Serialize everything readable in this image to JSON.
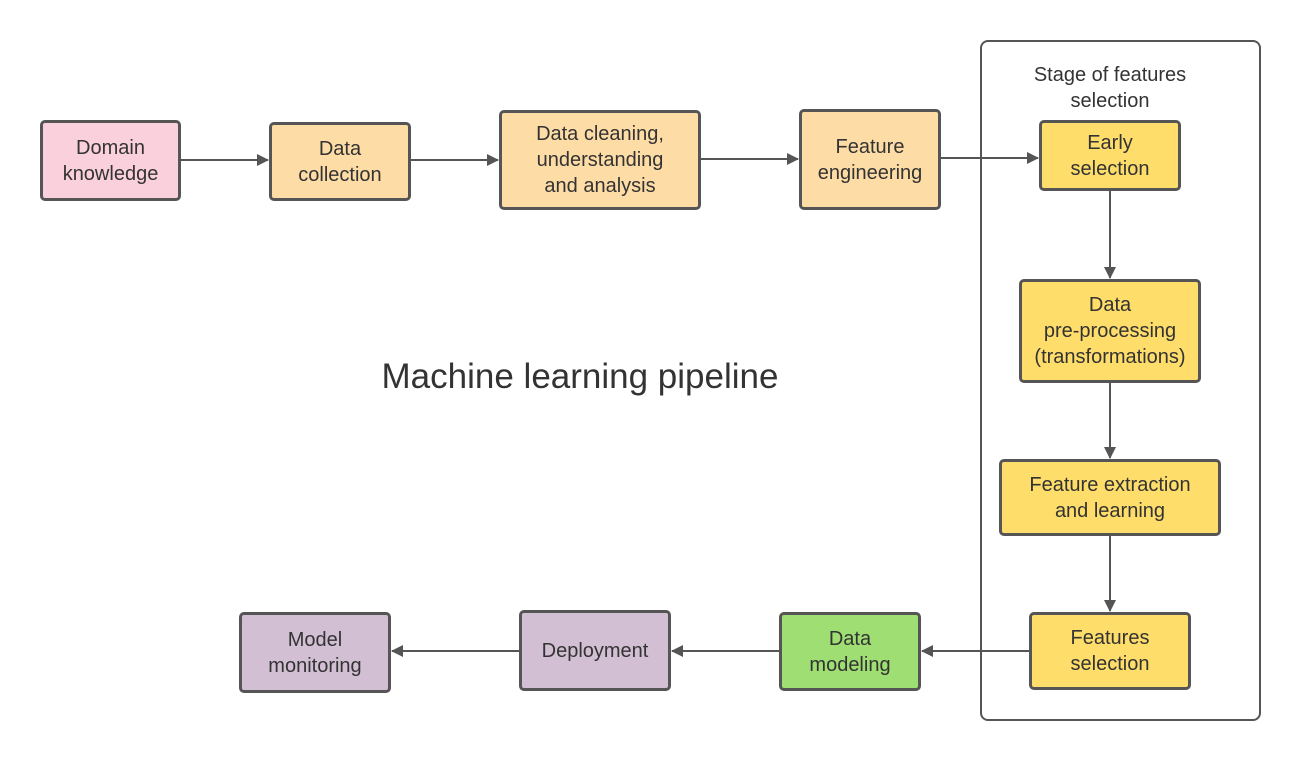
{
  "diagram": {
    "title": "Machine learning pipeline",
    "group_title": "Stage of features\nselection",
    "nodes": {
      "domain_knowledge": "Domain\nknowledge",
      "data_collection": "Data\ncollection",
      "data_cleaning": "Data cleaning,\nunderstanding\nand analysis",
      "feature_engineering": "Feature\nengineering",
      "early_selection": "Early\nselection",
      "data_preprocessing": "Data\npre-processing\n(transformations)",
      "feature_extraction": "Feature extraction\nand learning",
      "features_selection": "Features\nselection",
      "data_modeling": "Data\nmodeling",
      "deployment": "Deployment",
      "model_monitoring": "Model\nmonitoring"
    },
    "colors": {
      "pink": "#f9d0dc",
      "peach": "#fedca6",
      "yellow": "#fedd6a",
      "green": "#9ede72",
      "purple": "#d3bfd4",
      "stroke": "#555555"
    }
  }
}
